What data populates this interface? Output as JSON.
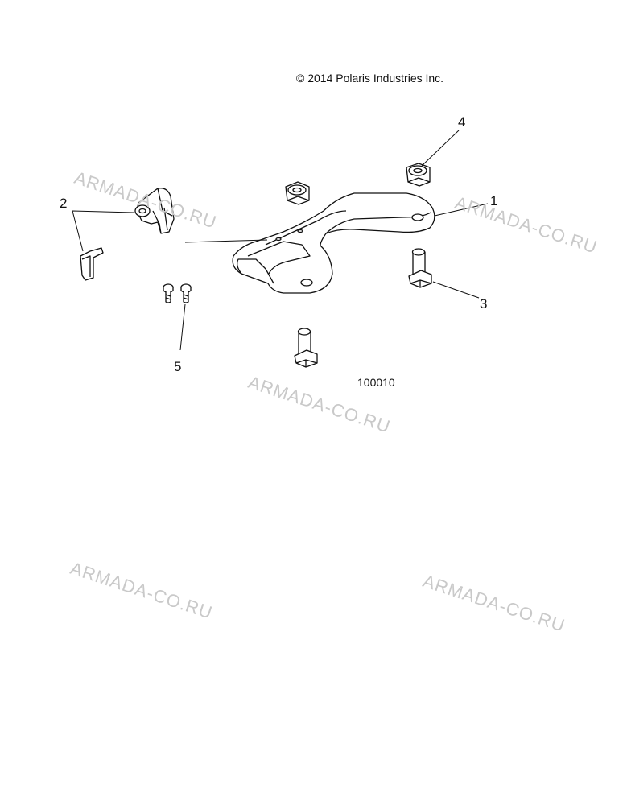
{
  "copyright": "© 2014 Polaris Industries Inc.",
  "figure_id": "100010",
  "watermark": "ARMADA-CO.RU",
  "callouts": [
    "1",
    "2",
    "3",
    "4",
    "5"
  ]
}
